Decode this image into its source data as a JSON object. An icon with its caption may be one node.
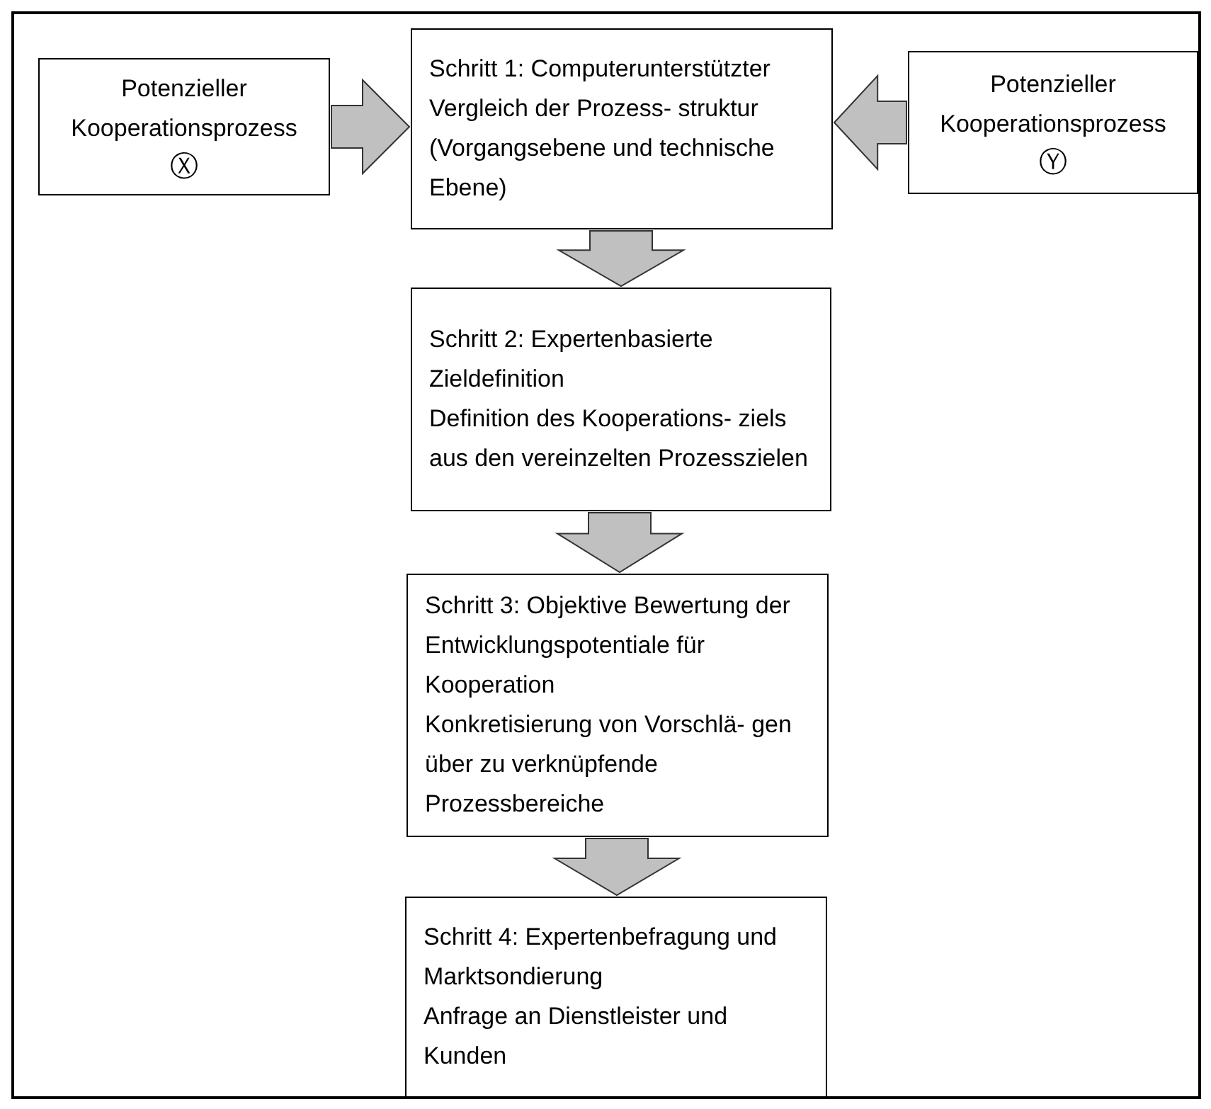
{
  "diagram": {
    "nodes": [
      {
        "text": [
          "Potenzieller Kooperationsprozess",
          "Ⓧ"
        ]
      },
      {
        "text": [
          "Schritt 1: Computerunterstützter Vergleich der Prozess- struktur (Vorgangsebene und technische Ebene)"
        ]
      },
      {
        "text": [
          "Potenzieller Kooperationsprozess",
          "Ⓨ"
        ]
      },
      {
        "text": [
          "Schritt 2: Expertenbasierte Zieldefinition",
          "Definition des Kooperations- ziels aus den vereinzelten Prozesszielen"
        ]
      },
      {
        "text": [
          "Schritt 3: Objektive Bewertung der Entwicklungspotentiale für Kooperation",
          "Konkretisierung von Vorschlä- gen über zu verknüpfende Prozessbereiche"
        ]
      },
      {
        "text": [
          "Schritt 4: Expertenbefragung und Marktsondierung",
          "Anfrage an Dienstleister und Kunden"
        ]
      }
    ],
    "edges": [
      {
        "from": 0,
        "to": 1,
        "arrow": "to"
      },
      {
        "from": 2,
        "to": 1,
        "arrow": "to"
      },
      {
        "from": 1,
        "to": 3,
        "arrow": "to"
      },
      {
        "from": 3,
        "to": 4,
        "arrow": "to"
      },
      {
        "from": 4,
        "to": 5,
        "arrow": "to"
      }
    ]
  }
}
